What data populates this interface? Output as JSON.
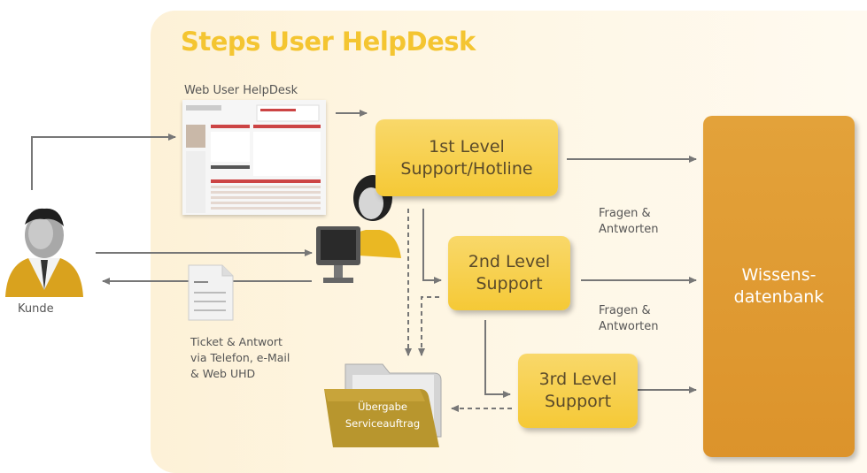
{
  "title": "Steps User HelpDesk",
  "web_label": "Web User HelpDesk",
  "customer_label": "Kunde",
  "ticket_note": [
    "Ticket & Antwort",
    "via Telefon, e-Mail",
    "& Web UHD"
  ],
  "levels": [
    {
      "line1": "1st Level",
      "line2": "Support/Hotline"
    },
    {
      "line1": "2nd Level",
      "line2": "Support"
    },
    {
      "line1": "3rd Level",
      "line2": "Support"
    }
  ],
  "qa_labels": [
    {
      "line1": "Fragen &",
      "line2": "Antworten"
    },
    {
      "line1": "Fragen &",
      "line2": "Antworten"
    }
  ],
  "database": {
    "line1": "Wissens-",
    "line2": "datenbank"
  },
  "handover": {
    "line1": "Übergabe",
    "line2": "Serviceauftrag"
  },
  "colors": {
    "title": "#f4c531",
    "level_box": "#f5c936",
    "database": "#dc932b",
    "arrow": "#777777",
    "panel": "#fdf1d7"
  }
}
